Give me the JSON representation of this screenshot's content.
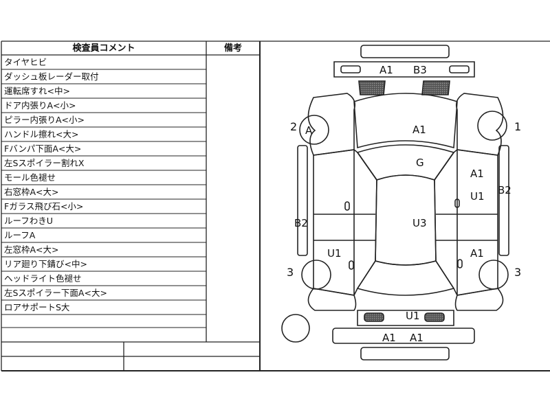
{
  "header": {
    "comments_title": "検査員コメント",
    "remarks_title": "備考"
  },
  "comments": [
    "タイヤヒビ",
    "ダッシュ板レーダー取付",
    "運転席すれ<中>",
    "ドア内張りA<小>",
    "ピラー内張りA<小>",
    "ハンドル擦れ<大>",
    "Fバンパ下面A<大>",
    "左Sスポイラー割れX",
    "モール色褪せ",
    "右窓枠A<大>",
    "Fガラス飛び石<小>",
    "ルーフわきU",
    "ルーフA",
    "左窓枠A<大>",
    "リア廻り下錆び<中>",
    "ヘッドライト色褪せ",
    "左Sスポイラー下面A<大>",
    "ロアサポートS大"
  ],
  "diagram": {
    "tire_numbers": [
      "1",
      "2",
      "3",
      "3"
    ],
    "marks": {
      "front_bumper_left": "A1",
      "front_bumper_right": "B3",
      "tire_front_left": "A",
      "hood": "A1",
      "windshield": "G",
      "right_front_door": "A1",
      "right_pillar": "U1",
      "right_side_panel": "B2",
      "left_side": "B2",
      "roof": "U3",
      "left_rear": "U1",
      "right_rear": "A1",
      "rear_panel": "U1",
      "rear_bumper_left": "A1",
      "rear_bumper_right": "A1"
    }
  }
}
